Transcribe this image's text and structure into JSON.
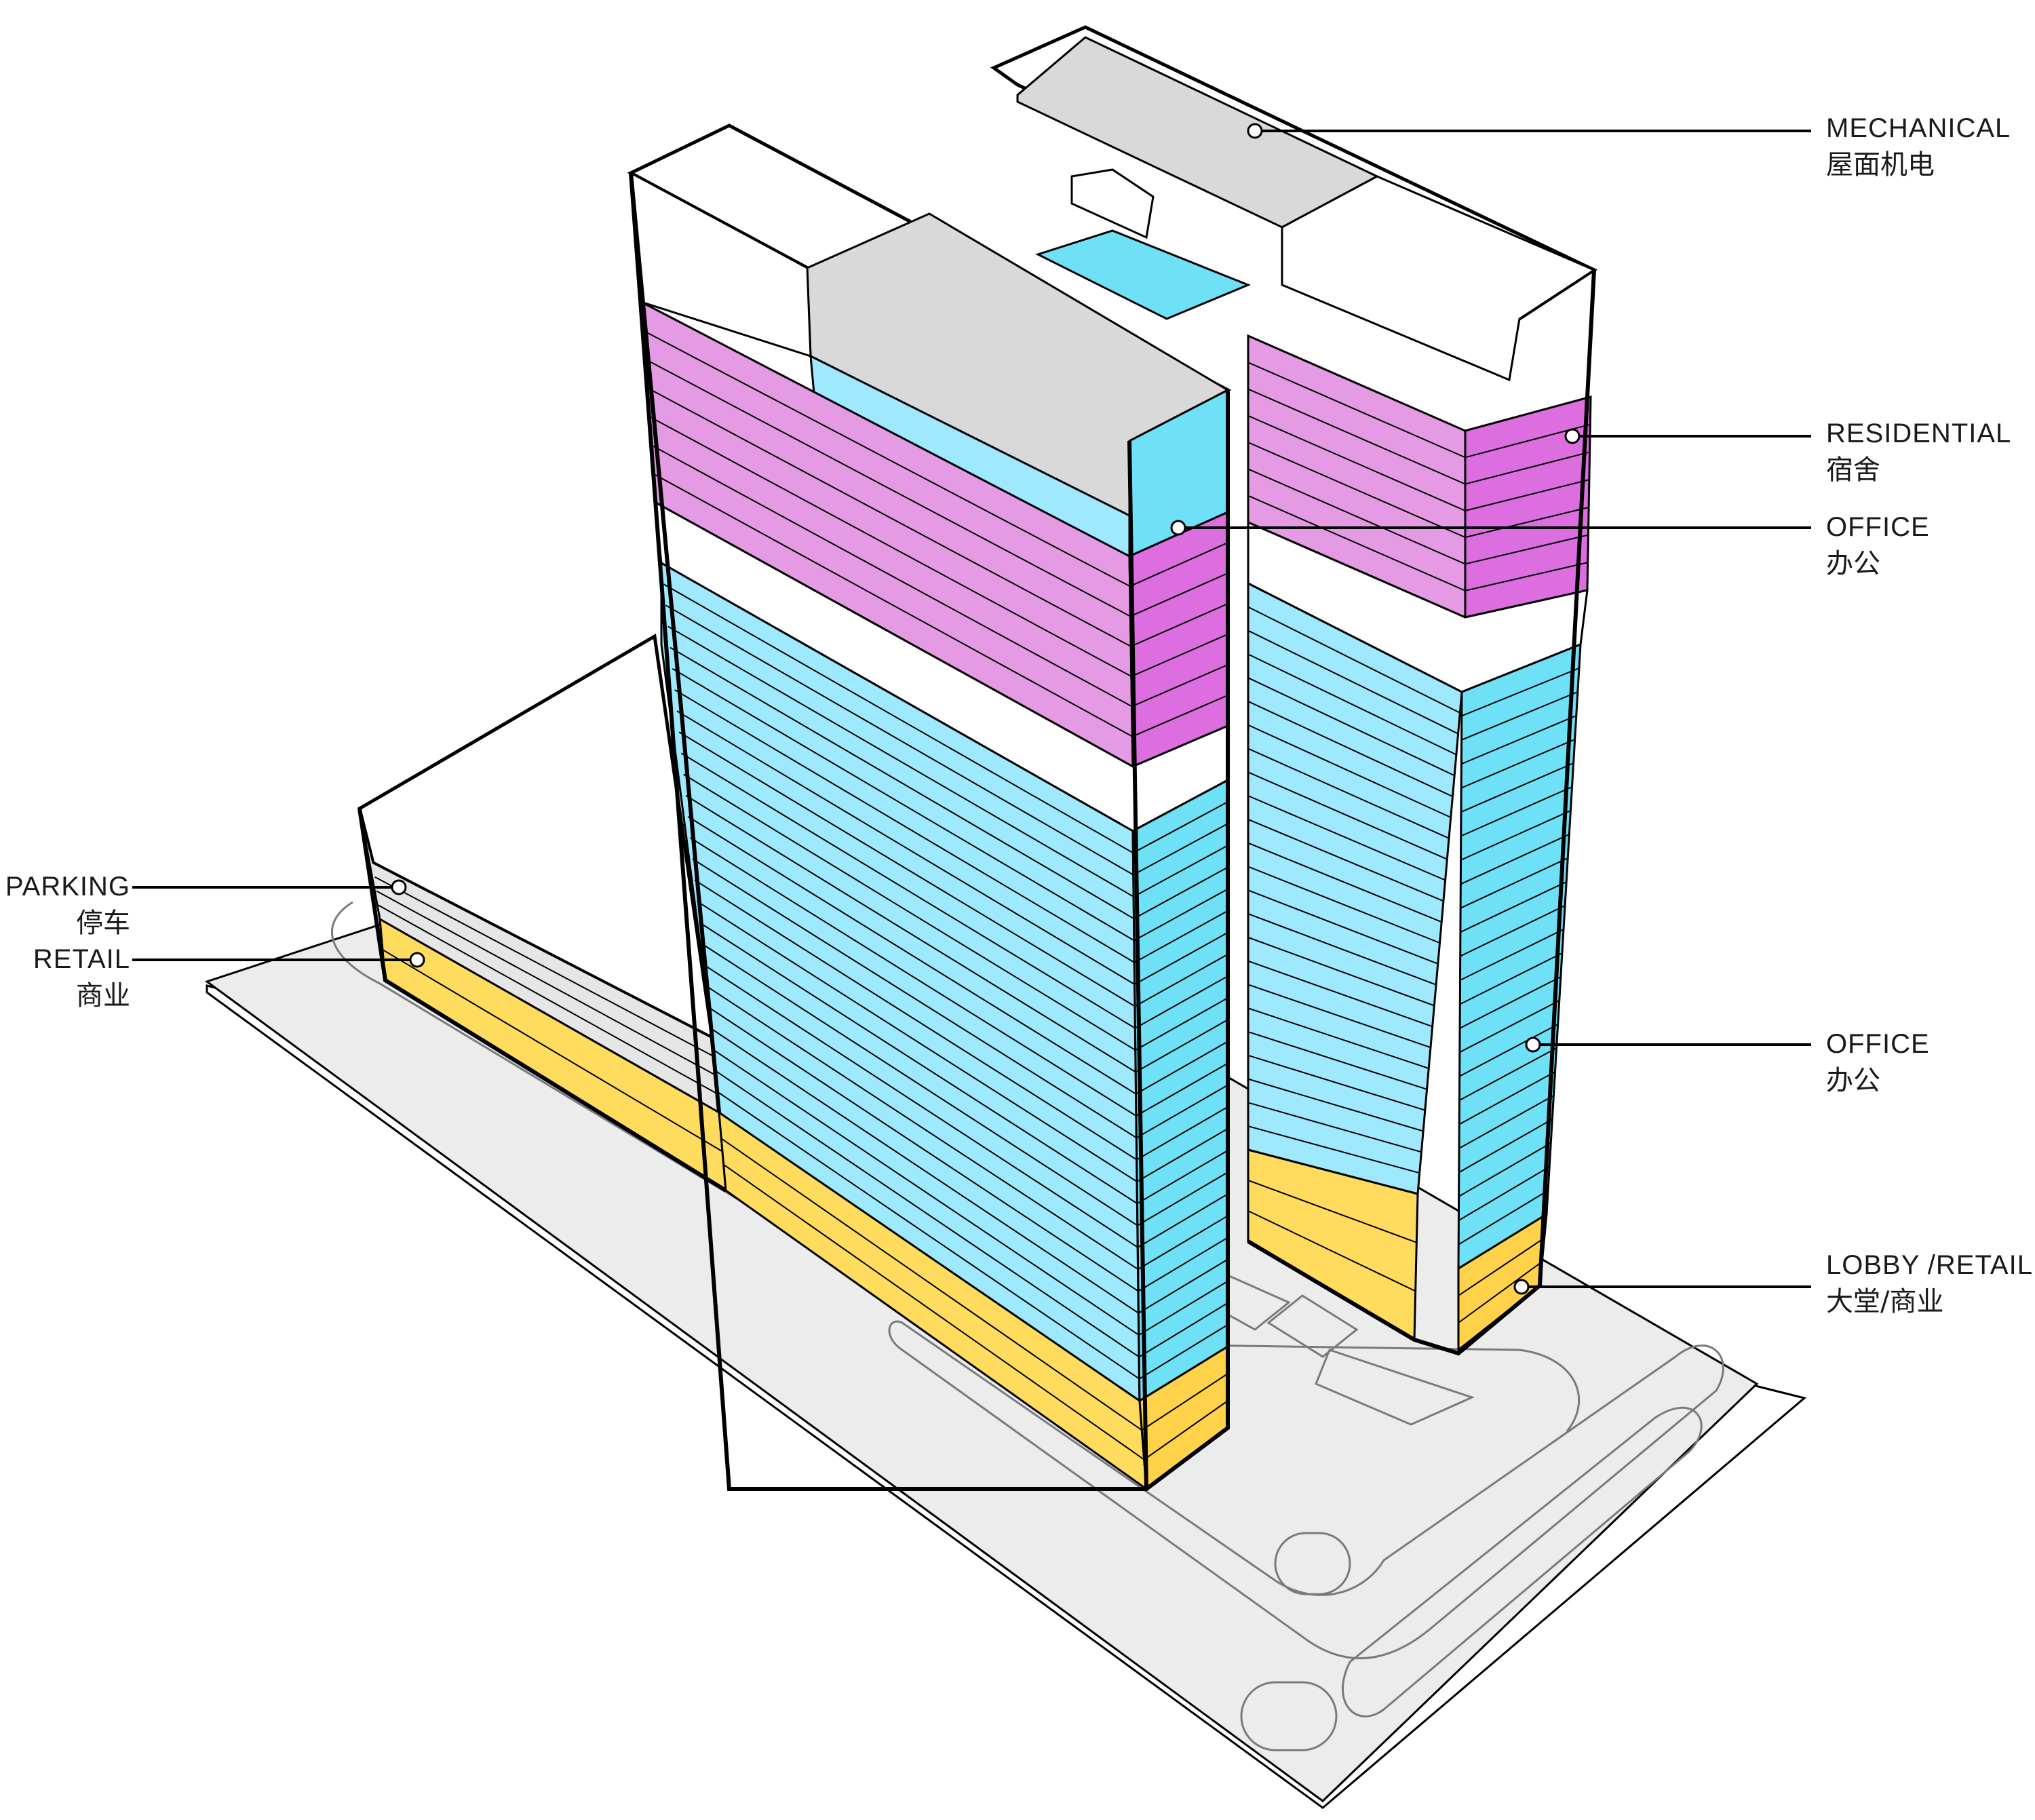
{
  "colors": {
    "mechanical": "#d9d9d9",
    "mechanical_light": "#e6e6e6",
    "residential": "#e59be3",
    "residential_dark": "#dc6ee0",
    "office": "#9ee9fe",
    "office_dark": "#6fe1f7",
    "retail": "#ffdc5e",
    "retail_dark": "#ffd24a",
    "parking": "#e6e6e6",
    "ground": "#ececec",
    "outline": "#000000"
  },
  "labels": {
    "mechanical": {
      "en": "MECHANICAL",
      "cn": "屋面机电"
    },
    "residential": {
      "en": "RESIDENTIAL",
      "cn": "宿舍"
    },
    "office_upper": {
      "en": "OFFICE",
      "cn": "办公"
    },
    "office_lower": {
      "en": "OFFICE",
      "cn": "办公"
    },
    "lobby_retail": {
      "en": "LOBBY /RETAIL",
      "cn": "大堂/商业"
    },
    "parking": {
      "en": "PARKING",
      "cn": "停车"
    },
    "retail": {
      "en": "RETAIL",
      "cn": "商业"
    }
  }
}
